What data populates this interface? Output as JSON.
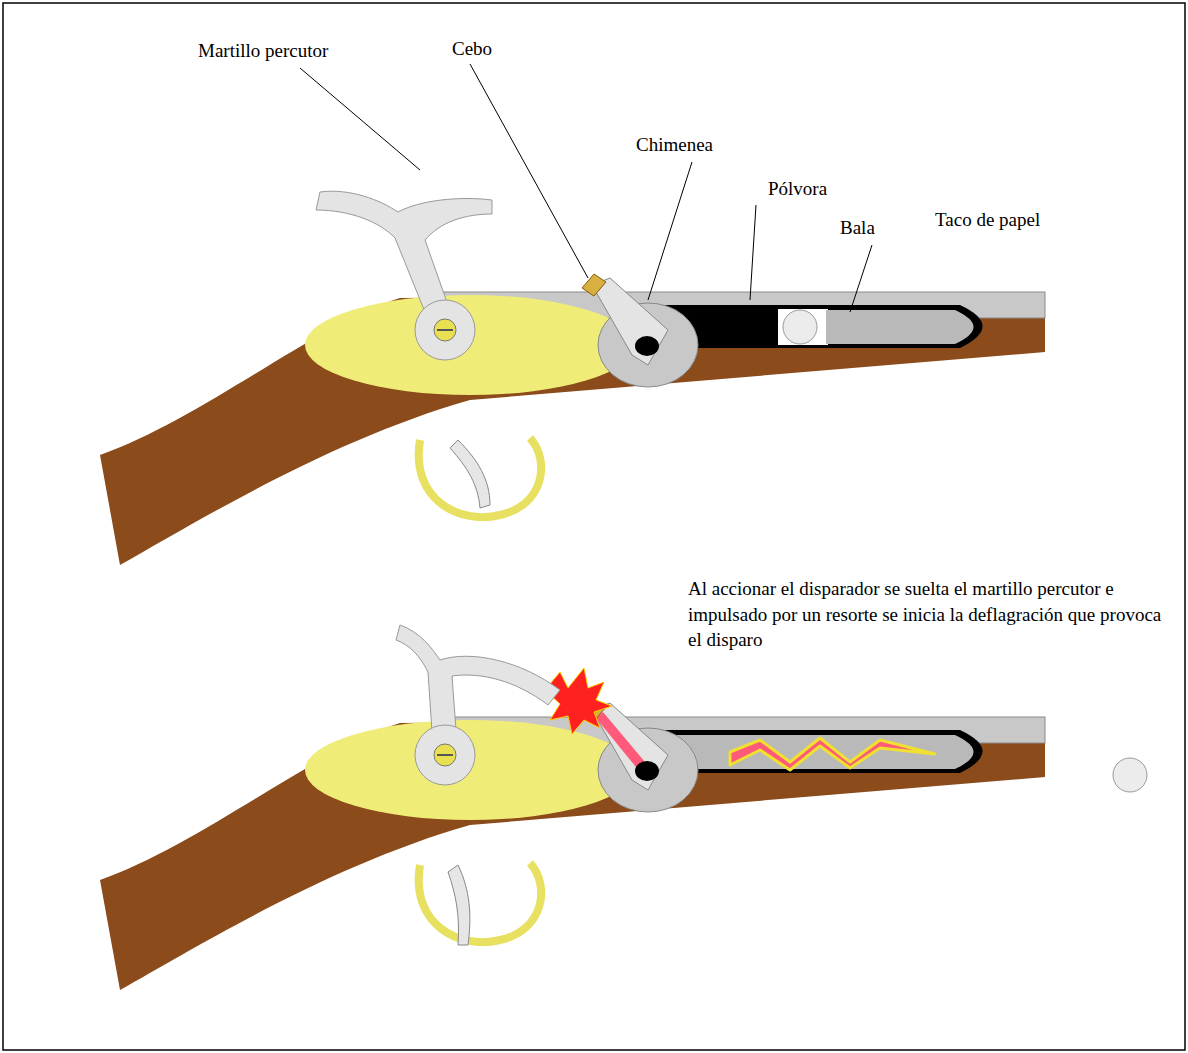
{
  "diagram": {
    "labels": [
      "Martillo percutor",
      "Cebo",
      "Chimenea",
      "Pólvora",
      "Bala",
      "Taco de papel",
      "Al accionar el disparador se suelta el martillo percutor e impulsado por un resorte se inicia la deflagración que provoca el disparo"
    ]
  }
}
